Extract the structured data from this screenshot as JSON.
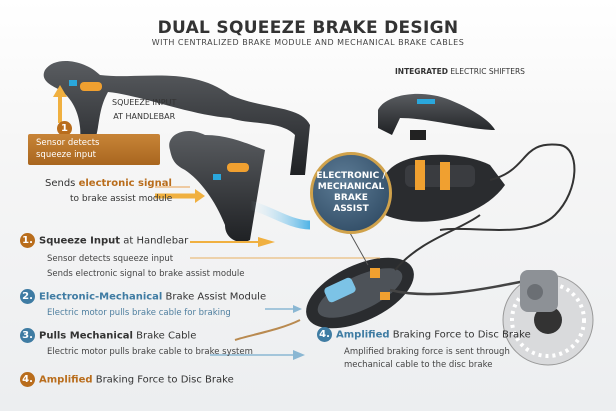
{
  "header": {
    "title": "DUAL SQUEEZE BRAKE DESIGN",
    "subtitle": "WITH CENTRALIZED BRAKE MODULE AND MECHANICAL BRAKE CABLES"
  },
  "callouts": {
    "shifters_bold": "INTEGRATED",
    "shifters_rest": " ELECTRIC SHIFTERS",
    "squeeze_line1": "SQUEEZE INPUT",
    "squeeze_line2": "AT HANDLEBAR",
    "badge_1": "1",
    "sensor_line1": "Sensor detects",
    "sensor_line2": "squeeze input",
    "sends_prefix": "Sends ",
    "sends_bold": "electronic signal",
    "sends_line2": "to brake assist module",
    "module_line1": "ELECTRONIC /",
    "module_line2": "MECHANICAL",
    "module_line3": "BRAKE",
    "module_line4": "ASSIST"
  },
  "steps": [
    {
      "num": "1.",
      "bold": "Squeeze Input",
      "rest": " at Handlebar",
      "lines": [
        "Sensor detects squeeze input",
        "Sends electronic signal to brake assist module"
      ],
      "color": "#b96d1c"
    },
    {
      "num": "2.",
      "bold": "Electronic-Mechanical",
      "rest": " Brake Assist Module",
      "lines": [
        "Electric motor pulls brake cable for braking"
      ],
      "color": "#3f7ca3"
    },
    {
      "num": "3.",
      "bold": "Pulls Mechanical",
      "rest": " Brake Cable",
      "lines": [
        "Electric motor pulls brake cable to brake system"
      ],
      "color": "#3f7ca3"
    },
    {
      "num": "4.",
      "bold": "Amplified",
      "rest": " Braking Force to Disc Brake",
      "lines": [],
      "color": "#b96d1c"
    }
  ],
  "disc_callout": {
    "num": "4.",
    "bold": "Amplified",
    "rest": " Braking Force to Disc Brake",
    "lines": [
      "Amplified braking force is sent through",
      "mechanical cable to the disc brake"
    ]
  }
}
